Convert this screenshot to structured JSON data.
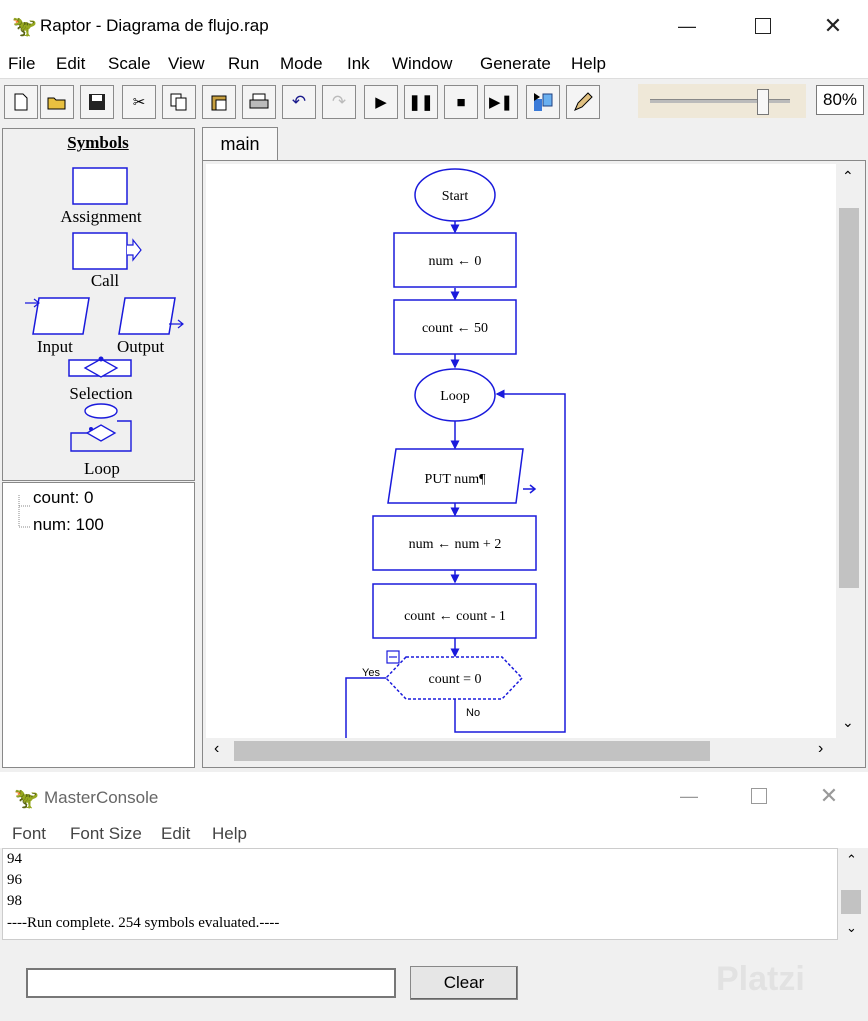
{
  "app": {
    "title": "Raptor - Diagrama de flujo.rap",
    "menu": [
      "File",
      "Edit",
      "Scale",
      "View",
      "Run",
      "Mode",
      "Ink",
      "Window",
      "Generate",
      "Help"
    ],
    "toolbar_icons": [
      "new-icon",
      "open-icon",
      "save-icon",
      "cut-icon",
      "copy-icon",
      "paste-icon",
      "print-icon",
      "undo-icon",
      "redo-icon",
      "play-icon",
      "pause-icon",
      "stop-icon",
      "step-icon",
      "run-compiled-icon",
      "pen-icon"
    ],
    "zoom": "80%",
    "zoom_level": 0.8
  },
  "symbols": {
    "heading": "Symbols",
    "assignment": "Assignment",
    "call": "Call",
    "input": "Input",
    "output": "Output",
    "selection": "Selection",
    "loop": "Loop"
  },
  "variables": [
    "count: 0",
    "num: 100"
  ],
  "tab": "main",
  "flowchart": {
    "start": "Start",
    "assign1": "num ← 0",
    "assign2": "count ← 50",
    "loop": "Loop",
    "output": "PUT num¶",
    "assign3": "num ← num  + 2",
    "assign4": "count ← count  -  1",
    "decision": "count = 0",
    "yes": "Yes",
    "no": "No"
  },
  "console": {
    "title": "MasterConsole",
    "menu": [
      "Font",
      "Font Size",
      "Edit",
      "Help"
    ],
    "output": [
      "94",
      "96",
      "98",
      "----Run complete.  254 symbols evaluated.----"
    ],
    "input_value": "",
    "clear_label": "Clear",
    "watermark": "Platzi"
  },
  "colors": {
    "flow_stroke": "#1a1adc",
    "window_bg": "#f0f0f0"
  }
}
